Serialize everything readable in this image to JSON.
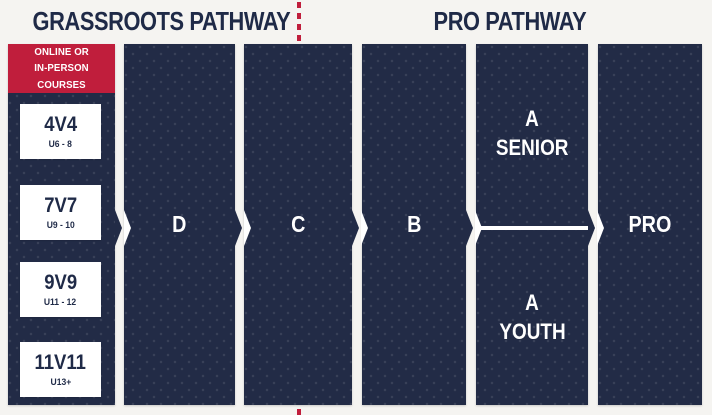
{
  "headers": {
    "grassroots": "GRASSROOTS PATHWAY",
    "pro": "PRO PATHWAY"
  },
  "grassroots_column": {
    "header_line1": "ONLINE OR",
    "header_line2": "IN-PERSON COURSES",
    "courses": [
      {
        "label": "4V4",
        "ages": "U6 - 8"
      },
      {
        "label": "7V7",
        "ages": "U9 - 10"
      },
      {
        "label": "9V9",
        "ages": "U11 - 12"
      },
      {
        "label": "11V11",
        "ages": "U13+"
      }
    ]
  },
  "license_columns": [
    {
      "label": "D"
    },
    {
      "label": "C"
    },
    {
      "label": "B"
    }
  ],
  "a_column": {
    "senior_line1": "A",
    "senior_line2": "SENIOR",
    "youth_line1": "A",
    "youth_line2": "YOUTH"
  },
  "pro_column": {
    "label": "PRO"
  },
  "colors": {
    "navy": "#222B46",
    "red": "#C01E3C",
    "white": "#FFFFFF",
    "background": "#F5F4F1"
  }
}
